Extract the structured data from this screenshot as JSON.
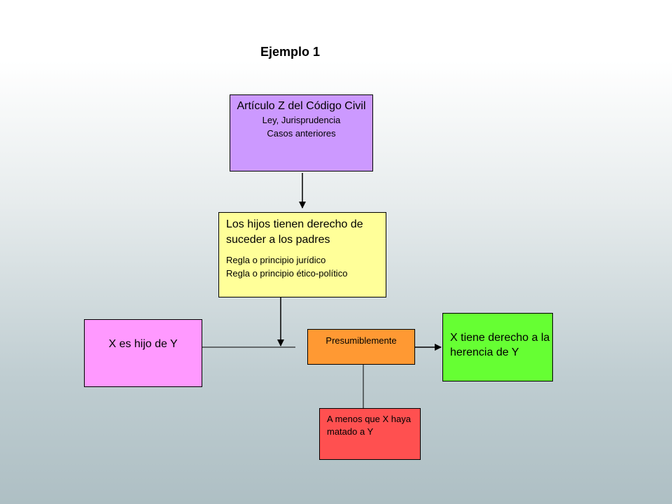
{
  "title": "Ejemplo 1",
  "boxes": {
    "articulo": {
      "main": "Artículo Z del Código Civil",
      "sub1": "Ley, Jurisprudencia",
      "sub2": "Casos anteriores",
      "color": "#cc99ff"
    },
    "hijos": {
      "main": "Los hijos tienen derecho de suceder a los padres",
      "sub1": "Regla o principio jurídico",
      "sub2": "Regla o principio ético-político",
      "color": "#ffff99"
    },
    "x_hijo": {
      "text": "X es hijo de Y",
      "color": "#ff99ff"
    },
    "presumiblemente": {
      "text": "Presumiblemente",
      "color": "#ff9933"
    },
    "derecho": {
      "text": "X tiene derecho a la herencia de Y",
      "color": "#66ff33"
    },
    "a_menos": {
      "text": "A menos que X haya matado a Y",
      "color": "#ff5050"
    }
  }
}
